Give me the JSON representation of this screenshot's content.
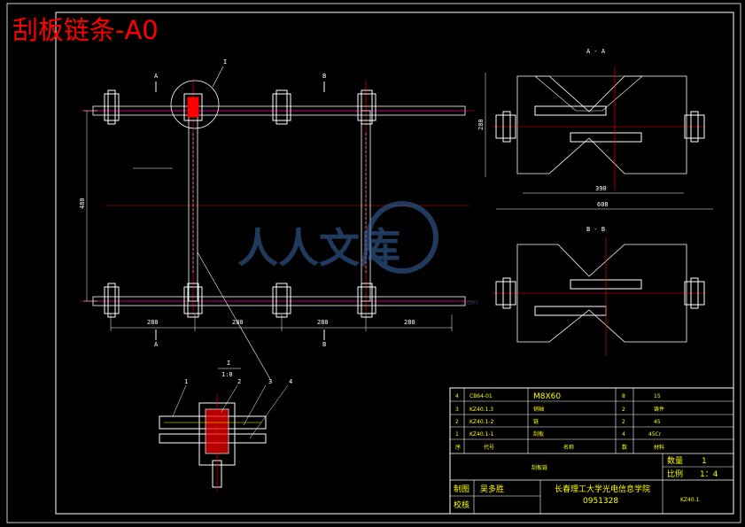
{
  "title": "刮板链条-A0",
  "watermark": {
    "text": "人人文库",
    "suffix": ".com"
  },
  "views": {
    "section_a": "A - A",
    "section_b": "B - B",
    "detail": "I",
    "detail_scale": "1:8",
    "detail_parts": [
      "1",
      "2",
      "3",
      "4"
    ],
    "section_markers": [
      "A",
      "B",
      "A",
      "B",
      "I"
    ]
  },
  "dimensions": {
    "main_bottom": [
      "280",
      "280",
      "280",
      "280"
    ],
    "main_left": "480",
    "section_a_height": "280",
    "section_a_inner": "390",
    "section_a_outer": "608"
  },
  "title_block": {
    "parts": [
      {
        "no": "4",
        "code": "CB64-01",
        "name": "M8X60",
        "qty": "8",
        "mat": "15"
      },
      {
        "no": "3",
        "code": "KZ40.1.3",
        "name": "销轴",
        "qty": "2",
        "mat": "铸件"
      },
      {
        "no": "2",
        "code": "KZ40.1-2",
        "name": "链",
        "qty": "2",
        "mat": "45"
      },
      {
        "no": "1",
        "code": "KZ40.1-1",
        "name": "刮板",
        "qty": "4",
        "mat": "45Cr"
      }
    ],
    "header": [
      "序",
      "代号",
      "名称",
      "数",
      "材料"
    ],
    "drawing_name": "刮板链",
    "quantity_label": "数量",
    "quantity_value": "1",
    "scale_label": "比例",
    "scale_value": "1：4",
    "drawn_label": "制图",
    "drawn_by": "吴多胜",
    "checked_label": "校核",
    "school": "长春理工大学光电信息学院",
    "class_code": "0951328",
    "drawing_code": "KZ40.1"
  }
}
